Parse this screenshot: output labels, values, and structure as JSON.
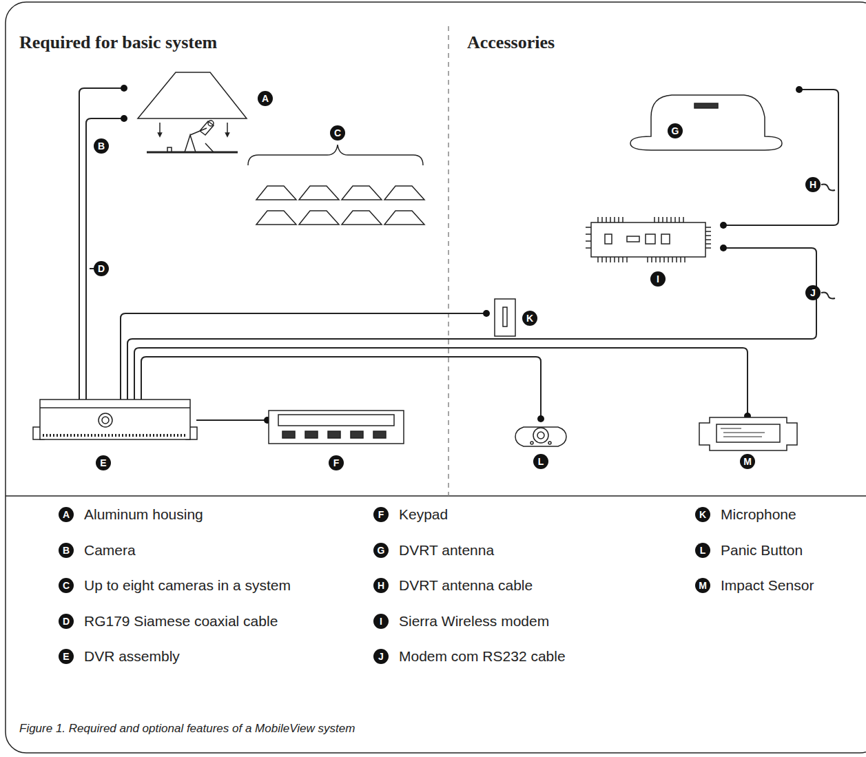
{
  "diagram": {
    "caption": "Figure 1. Required and optional features of a MobileView system",
    "labels": [
      "Required for basic system",
      "Accessories",
      "A",
      "B",
      "C",
      "D",
      "E",
      "F",
      "G",
      "H",
      "I",
      "J",
      "K",
      "L",
      "M",
      "A",
      "B",
      "C",
      "D",
      "E",
      "F",
      "G",
      "H",
      "I",
      "J",
      "K",
      "L",
      "M"
    ],
    "legend": [
      {
        "text": "Aluminum housing"
      },
      {
        "text": "Camera"
      },
      {
        "text": "Up to eight cameras in a system"
      },
      {
        "text": "RG179 Siamese coaxial cable"
      },
      {
        "text": "DVR assembly"
      },
      {
        "text": "Keypad"
      },
      {
        "text": "DVRT antenna"
      },
      {
        "text": "DVRT antenna cable"
      },
      {
        "text": "Sierra Wireless modem"
      },
      {
        "text": "Modem com RS232 cable"
      },
      {
        "text": "Microphone"
      },
      {
        "text": "Panic Button"
      },
      {
        "text": "Impact Sensor"
      }
    ]
  }
}
